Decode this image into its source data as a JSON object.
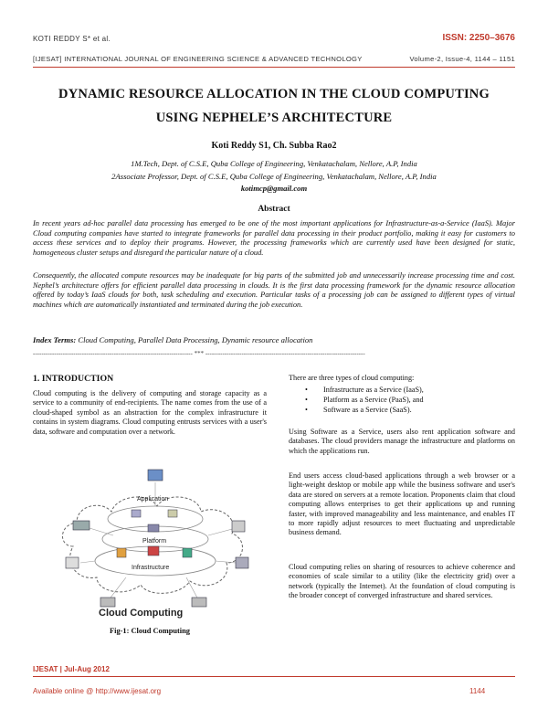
{
  "header": {
    "authors_short": "KOTI REDDY S* et al.",
    "issn": "ISSN: 2250–3676",
    "journal": "[IJESAT] INTERNATIONAL JOURNAL OF ENGINEERING SCIENCE & ADVANCED TECHNOLOGY",
    "volume": "Volume-2, Issue-4, 1144 – 1151"
  },
  "paper": {
    "title_line1": "DYNAMIC RESOURCE ALLOCATION IN THE CLOUD COMPUTING",
    "title_line2": "USING NEPHELE’S ARCHITECTURE",
    "authors": "Koti Reddy S1, Ch. Subba Rao2",
    "affiliation1": "1M.Tech, Dept. of C.S.E, Quba College of Engineering, Venkatachalam, Nellore, A.P, India",
    "affiliation2": "2Associate Professor, Dept. of C.S.E, Quba College of Engineering, Venkatachalam, Nellore, A.P, India",
    "email": "kotimcp@gmail.com",
    "abstract_heading": "Abstract",
    "abstract_p1": "In recent years ad-hoc parallel data processing has emerged to be one of the most important applications for Infrastructure-as-a-Service (IaaS). Major Cloud computing companies have started to integrate frameworks for parallel data processing in their product portfolio, making it easy for customers to access these services and to deploy their programs. However, the processing frameworks which are currently used have been designed for static, homogeneous cluster setups and disregard the particular nature of a cloud.",
    "abstract_p2": "Consequently, the allocated compute resources may be inadequate for big parts of the submitted job and unnecessarily increase processing time and cost. Nephel’s architecture offers for efficient parallel data processing in clouds. It is the first data processing framework for the dynamic resource allocation offered by today’s IaaS clouds for both, task scheduling and execution. Particular tasks of a processing job can be assigned to different types of virtual machines which are automatically instantiated and terminated during the job execution.",
    "index_terms_label": "Index Terms:",
    "index_terms": "Cloud Computing, Parallel Data Processing, Dynamic resource allocation",
    "separator": "--------------------------------------------------------------------------- *** ---------------------------------------------------------------------------"
  },
  "left_column": {
    "section_heading": "1. INTRODUCTION",
    "intro_p1": "Cloud computing is the delivery of computing and storage capacity as a service to a community of end-recipients. The name comes from the use of a cloud-shaped symbol as an abstraction for the complex infrastructure it contains in system diagrams. Cloud computing entrusts services with a user's data, software and computation over a network.",
    "figure_caption": "Fig-1: Cloud Computing",
    "figure_labels": {
      "application": "Application",
      "platform": "Platform",
      "infrastructure": "Infrastructure",
      "cloud_computing": "Cloud Computing"
    }
  },
  "right_column": {
    "types_intro": "There are three types of cloud computing:",
    "types": [
      "Infrastructure as a Service (IaaS),",
      "Platform as a Service (PaaS), and",
      "Software as a Service (SaaS)."
    ],
    "p_saas": "Using Software as a Service, users also rent application software and databases. The cloud providers manage the infrastructure and platforms on which the applications run.",
    "p_endusers": "End users access cloud-based applications through a web browser or a light-weight desktop or mobile app while the business software and user's data are stored on servers at a remote location. Proponents claim that cloud computing allows enterprises to get their applications up and running faster, with improved manageability and less maintenance, and enables IT to more rapidly adjust resources to meet fluctuating and unpredictable business demand.",
    "p_sharing": "Cloud computing relies on sharing of resources to achieve coherence and economies of scale similar to a utility (like the electricity grid) over a network (typically the Internet). At the foundation of cloud computing is the broader concept of converged infrastructure and shared services."
  },
  "footer": {
    "journal_date": "IJESAT | Jul-Aug 2012",
    "available_online": "Available online @ http://www.ijesat.org",
    "page_number": "1144"
  },
  "colors": {
    "accent": "#c0392b"
  }
}
